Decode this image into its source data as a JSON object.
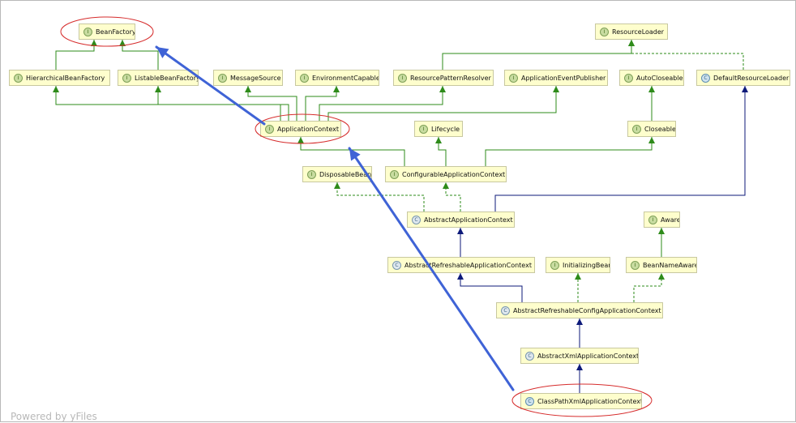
{
  "nodes": [
    {
      "id": "BeanFactory",
      "label": "BeanFactory",
      "kind": "interface",
      "highlighted": true
    },
    {
      "id": "ResourceLoader",
      "label": "ResourceLoader",
      "kind": "interface"
    },
    {
      "id": "HierarchicalBeanFactory",
      "label": "HierarchicalBeanFactory",
      "kind": "interface"
    },
    {
      "id": "ListableBeanFactory",
      "label": "ListableBeanFactory",
      "kind": "interface"
    },
    {
      "id": "MessageSource",
      "label": "MessageSource",
      "kind": "interface"
    },
    {
      "id": "EnvironmentCapable",
      "label": "EnvironmentCapable",
      "kind": "interface"
    },
    {
      "id": "ResourcePatternResolver",
      "label": "ResourcePatternResolver",
      "kind": "interface"
    },
    {
      "id": "ApplicationEventPublisher",
      "label": "ApplicationEventPublisher",
      "kind": "interface"
    },
    {
      "id": "AutoCloseable",
      "label": "AutoCloseable",
      "kind": "interface"
    },
    {
      "id": "DefaultResourceLoader",
      "label": "DefaultResourceLoader",
      "kind": "class"
    },
    {
      "id": "ApplicationContext",
      "label": "ApplicationContext",
      "kind": "interface",
      "highlighted": true
    },
    {
      "id": "Lifecycle",
      "label": "Lifecycle",
      "kind": "interface"
    },
    {
      "id": "Closeable",
      "label": "Closeable",
      "kind": "interface"
    },
    {
      "id": "DisposableBean",
      "label": "DisposableBean",
      "kind": "interface"
    },
    {
      "id": "ConfigurableApplicationContext",
      "label": "ConfigurableApplicationContext",
      "kind": "interface"
    },
    {
      "id": "AbstractApplicationContext",
      "label": "AbstractApplicationContext",
      "kind": "abstract"
    },
    {
      "id": "Aware",
      "label": "Aware",
      "kind": "interface"
    },
    {
      "id": "AbstractRefreshableApplicationContext",
      "label": "AbstractRefreshableApplicationContext",
      "kind": "abstract"
    },
    {
      "id": "InitializingBean",
      "label": "InitializingBean",
      "kind": "interface"
    },
    {
      "id": "BeanNameAware",
      "label": "BeanNameAware",
      "kind": "interface"
    },
    {
      "id": "AbstractRefreshableConfigApplicationContext",
      "label": "AbstractRefreshableConfigApplicationContext",
      "kind": "abstract"
    },
    {
      "id": "AbstractXmlApplicationContext",
      "label": "AbstractXmlApplicationContext",
      "kind": "abstract"
    },
    {
      "id": "ClassPathXmlApplicationContext",
      "label": "ClassPathXmlApplicationContext",
      "kind": "class",
      "highlighted": true
    }
  ],
  "edges": [
    {
      "from": "HierarchicalBeanFactory",
      "to": "BeanFactory",
      "type": "extends-interface"
    },
    {
      "from": "ListableBeanFactory",
      "to": "BeanFactory",
      "type": "extends-interface"
    },
    {
      "from": "ResourcePatternResolver",
      "to": "ResourceLoader",
      "type": "extends-interface"
    },
    {
      "from": "DefaultResourceLoader",
      "to": "ResourceLoader",
      "type": "implements"
    },
    {
      "from": "ApplicationContext",
      "to": "HierarchicalBeanFactory",
      "type": "extends-interface"
    },
    {
      "from": "ApplicationContext",
      "to": "ListableBeanFactory",
      "type": "extends-interface"
    },
    {
      "from": "ApplicationContext",
      "to": "MessageSource",
      "type": "extends-interface"
    },
    {
      "from": "ApplicationContext",
      "to": "EnvironmentCapable",
      "type": "extends-interface"
    },
    {
      "from": "ApplicationContext",
      "to": "ResourcePatternResolver",
      "type": "extends-interface"
    },
    {
      "from": "ApplicationContext",
      "to": "ApplicationEventPublisher",
      "type": "extends-interface"
    },
    {
      "from": "Closeable",
      "to": "AutoCloseable",
      "type": "extends-interface"
    },
    {
      "from": "ConfigurableApplicationContext",
      "to": "ApplicationContext",
      "type": "extends-interface"
    },
    {
      "from": "ConfigurableApplicationContext",
      "to": "Lifecycle",
      "type": "extends-interface"
    },
    {
      "from": "ConfigurableApplicationContext",
      "to": "Closeable",
      "type": "extends-interface"
    },
    {
      "from": "AbstractApplicationContext",
      "to": "DisposableBean",
      "type": "implements"
    },
    {
      "from": "AbstractApplicationContext",
      "to": "ConfigurableApplicationContext",
      "type": "implements"
    },
    {
      "from": "AbstractApplicationContext",
      "to": "DefaultResourceLoader",
      "type": "extends-class"
    },
    {
      "from": "AbstractRefreshableApplicationContext",
      "to": "AbstractApplicationContext",
      "type": "extends-class"
    },
    {
      "from": "BeanNameAware",
      "to": "Aware",
      "type": "extends-interface"
    },
    {
      "from": "AbstractRefreshableConfigApplicationContext",
      "to": "AbstractRefreshableApplicationContext",
      "type": "extends-class"
    },
    {
      "from": "AbstractRefreshableConfigApplicationContext",
      "to": "InitializingBean",
      "type": "implements"
    },
    {
      "from": "AbstractRefreshableConfigApplicationContext",
      "to": "BeanNameAware",
      "type": "implements"
    },
    {
      "from": "AbstractXmlApplicationContext",
      "to": "AbstractRefreshableConfigApplicationContext",
      "type": "extends-class"
    },
    {
      "from": "ClassPathXmlApplicationContext",
      "to": "AbstractXmlApplicationContext",
      "type": "extends-class"
    }
  ],
  "annotations": {
    "highlight_arrows": [
      {
        "from": "ClassPathXmlApplicationContext",
        "to": "ApplicationContext"
      },
      {
        "from": "ApplicationContext",
        "to": "BeanFactory"
      }
    ]
  },
  "colors": {
    "node_fill": "#fefecd",
    "node_border": "#c8c8a0",
    "interface_edge": "#2e8b1a",
    "class_edge": "#0d1a7a",
    "highlight_ellipse": "#d62c2c",
    "highlight_arrow": "#3f63d6"
  },
  "badges": {
    "interface": "I",
    "class": "C",
    "abstract": "C"
  },
  "watermark": "Powered by yFiles"
}
